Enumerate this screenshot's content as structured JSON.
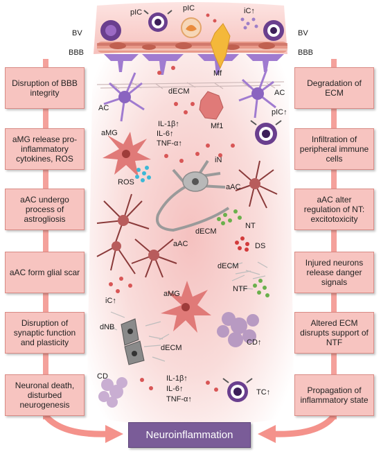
{
  "left_boxes": [
    "Disruption of BBB integrity",
    "aMG release pro-inflammatory cytokines, ROS",
    "aAC undergo process of astrogliosis",
    "aAC form glial scar",
    "Disruption of synaptic function and plasticity",
    "Neuronal death, disturbed neurogenesis"
  ],
  "right_boxes": [
    "Degradation of ECM",
    "Infiltration of peripheral immune cells",
    "aAC alter regulation of NT: excitotoxicity",
    "Injured neurons release danger signals",
    "Altered ECM disrupts support of NTF",
    "Propagation of inflammatory state"
  ],
  "bottom_label": "Neuroinflammation",
  "labels": {
    "bv_left": "BV",
    "bv_right": "BV",
    "bbb_left": "BBB",
    "bbb_right": "BBB",
    "pic_1": "pIC",
    "pic_2": "pIC",
    "ic_up_top": "iC↑",
    "mf": "Mf",
    "dECM_top": "dECM",
    "ac_left": "AC",
    "ac_right": "AC",
    "mf1": "Mf1",
    "pic_up": "pIC↑",
    "cyt1_a": "IL-1β↑",
    "cyt1_b": "IL-6↑",
    "cyt1_c": "TNF-α↑",
    "amg_top": "aMG",
    "ros": "ROS",
    "in": "iN",
    "aac_right": "aAC",
    "dECM_mid": "dECM",
    "nt": "NT",
    "aac_mid": "aAC",
    "ds": "DS",
    "dECM_right": "dECM",
    "ntf": "NTF",
    "ic_up_mid": "iC↑",
    "amg_mid": "aMG",
    "cd_up": "CD↑",
    "dnb": "dNB",
    "dECM_bottom": "dECM",
    "cd": "CD",
    "cyt2_a": "IL-1β↑",
    "cyt2_b": "IL-6↑",
    "cyt2_c": "TNF-α↑",
    "tc_up": "TC↑"
  },
  "colors": {
    "box_fill": "#f7c4c0",
    "box_border": "#d98a84",
    "connector": "#f4a19b",
    "arrow": "#f4928b",
    "neuroinflammation": "#7a5c98",
    "astrocyte": "#a07bd0",
    "microglia": "#e07a78",
    "immune_cell": "#6a3f8e",
    "bbb_band": "#e89a8a"
  }
}
